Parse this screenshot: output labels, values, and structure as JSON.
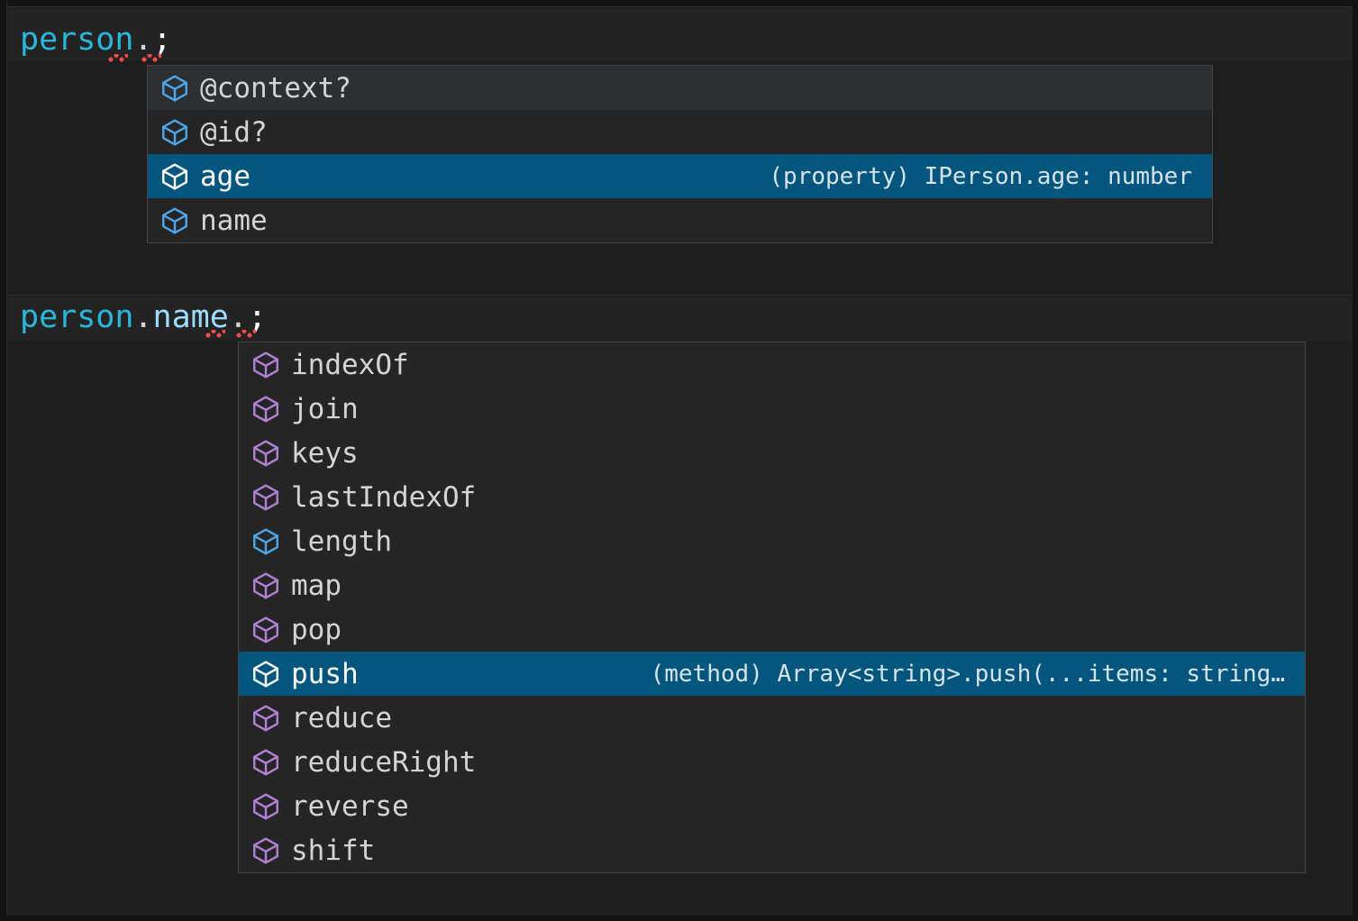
{
  "editor": {
    "theme_bg": "#1e1e1e",
    "accent_selected": "#04567f",
    "error_squiggle_color": "#f14c4c",
    "property_icon_color": "#4ea6e8",
    "method_icon_color": "#b180d7",
    "lines": [
      {
        "id": "line-1",
        "tokens": [
          {
            "text": "person",
            "kind": "variable"
          },
          {
            "text": ".",
            "kind": "dot"
          },
          {
            "text": ";",
            "kind": "punctuation"
          }
        ],
        "full_text": "person.;"
      },
      {
        "id": "line-2",
        "tokens": [
          {
            "text": "person",
            "kind": "variable"
          },
          {
            "text": ".",
            "kind": "dot"
          },
          {
            "text": "name",
            "kind": "property"
          },
          {
            "text": ".",
            "kind": "dot"
          },
          {
            "text": ";",
            "kind": "punctuation"
          }
        ],
        "full_text": "person.name.;"
      }
    ]
  },
  "popups": [
    {
      "id": "completion-popup-person",
      "items": [
        {
          "label": "@context?",
          "icon": "cube-property-icon",
          "icon_kind": "property",
          "detail": "",
          "selected": false,
          "hover": true
        },
        {
          "label": "@id?",
          "icon": "cube-property-icon",
          "icon_kind": "property",
          "detail": "",
          "selected": false,
          "hover": false
        },
        {
          "label": "age",
          "icon": "cube-property-icon",
          "icon_kind": "property",
          "detail": "(property) IPerson.age: number",
          "selected": true,
          "hover": false
        },
        {
          "label": "name",
          "icon": "cube-property-icon",
          "icon_kind": "property",
          "detail": "",
          "selected": false,
          "hover": false
        }
      ]
    },
    {
      "id": "completion-popup-name",
      "items": [
        {
          "label": "indexOf",
          "icon": "cube-method-icon",
          "icon_kind": "method",
          "detail": "",
          "selected": false,
          "hover": false
        },
        {
          "label": "join",
          "icon": "cube-method-icon",
          "icon_kind": "method",
          "detail": "",
          "selected": false,
          "hover": false
        },
        {
          "label": "keys",
          "icon": "cube-method-icon",
          "icon_kind": "method",
          "detail": "",
          "selected": false,
          "hover": false
        },
        {
          "label": "lastIndexOf",
          "icon": "cube-method-icon",
          "icon_kind": "method",
          "detail": "",
          "selected": false,
          "hover": false
        },
        {
          "label": "length",
          "icon": "cube-property-icon",
          "icon_kind": "property",
          "detail": "",
          "selected": false,
          "hover": false
        },
        {
          "label": "map",
          "icon": "cube-method-icon",
          "icon_kind": "method",
          "detail": "",
          "selected": false,
          "hover": false
        },
        {
          "label": "pop",
          "icon": "cube-method-icon",
          "icon_kind": "method",
          "detail": "",
          "selected": false,
          "hover": false
        },
        {
          "label": "push",
          "icon": "cube-method-icon",
          "icon_kind": "method",
          "detail": "(method) Array<string>.push(...items: string…",
          "selected": true,
          "hover": false
        },
        {
          "label": "reduce",
          "icon": "cube-method-icon",
          "icon_kind": "method",
          "detail": "",
          "selected": false,
          "hover": false
        },
        {
          "label": "reduceRight",
          "icon": "cube-method-icon",
          "icon_kind": "method",
          "detail": "",
          "selected": false,
          "hover": false
        },
        {
          "label": "reverse",
          "icon": "cube-method-icon",
          "icon_kind": "method",
          "detail": "",
          "selected": false,
          "hover": false
        },
        {
          "label": "shift",
          "icon": "cube-method-icon",
          "icon_kind": "method",
          "detail": "",
          "selected": false,
          "hover": false
        }
      ]
    }
  ]
}
